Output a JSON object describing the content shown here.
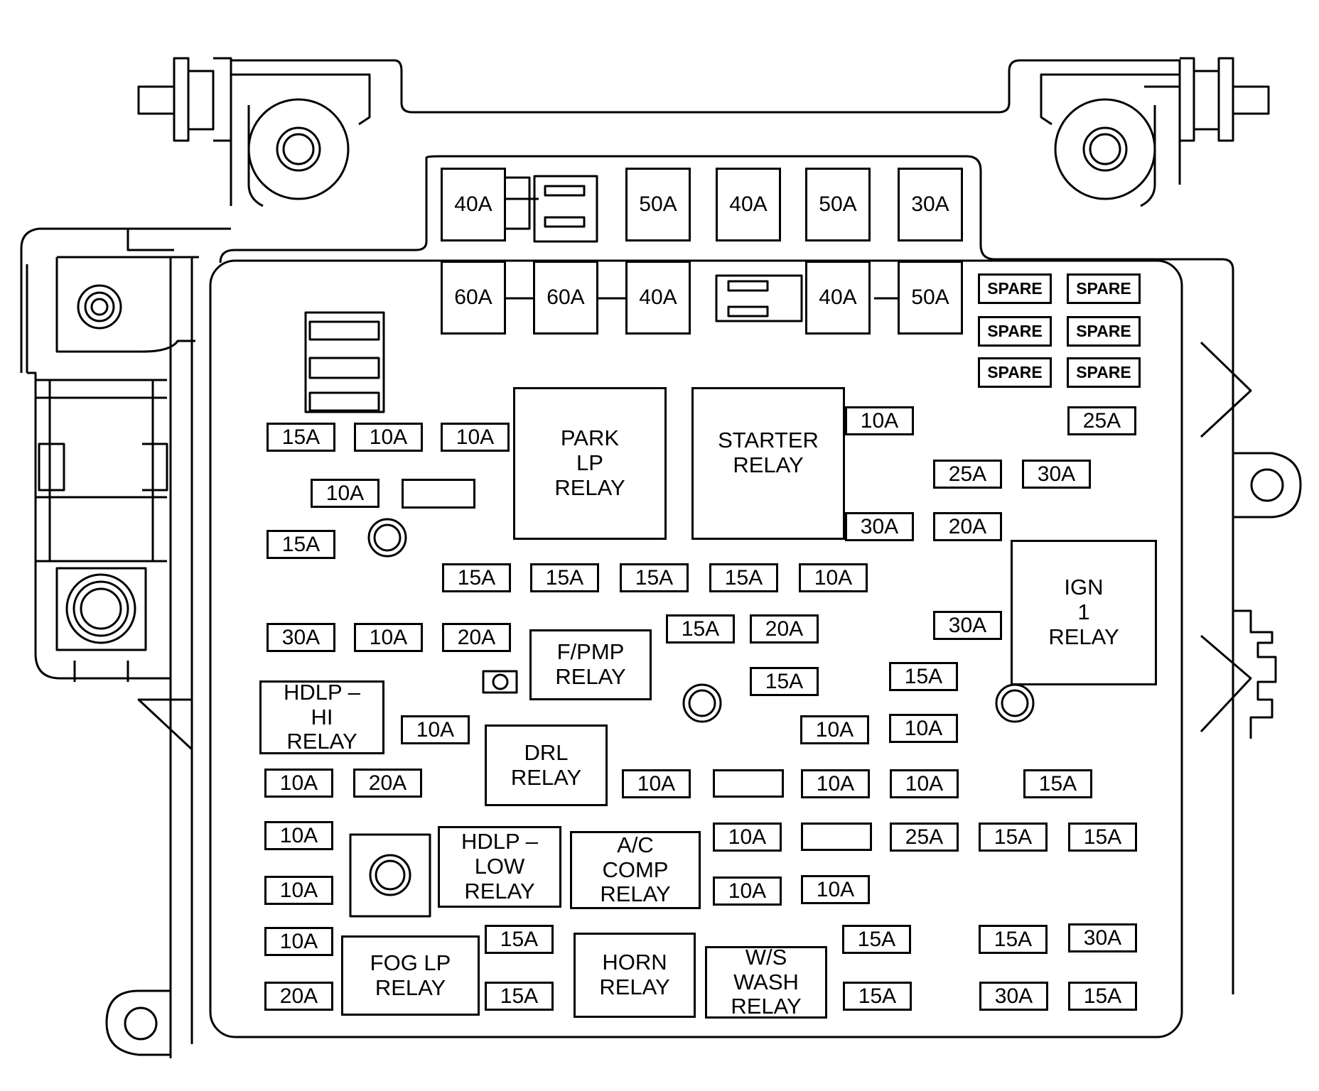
{
  "diagram": {
    "colors": {
      "line": "#000000",
      "background": "#ffffff"
    },
    "maxi_fuses": [
      {
        "id": "mf1",
        "label": "40A"
      },
      {
        "id": "mf2",
        "label": "50A"
      },
      {
        "id": "mf3",
        "label": "40A"
      },
      {
        "id": "mf4",
        "label": "50A"
      },
      {
        "id": "mf5",
        "label": "30A"
      },
      {
        "id": "mf6",
        "label": "60A"
      },
      {
        "id": "mf7",
        "label": "60A"
      },
      {
        "id": "mf8",
        "label": "40A"
      },
      {
        "id": "mf9",
        "label": "40A"
      },
      {
        "id": "mf10",
        "label": "50A"
      }
    ],
    "spares": [
      {
        "id": "s1",
        "label": "SPARE"
      },
      {
        "id": "s2",
        "label": "SPARE"
      },
      {
        "id": "s3",
        "label": "SPARE"
      },
      {
        "id": "s4",
        "label": "SPARE"
      },
      {
        "id": "s5",
        "label": "SPARE"
      },
      {
        "id": "s6",
        "label": "SPARE"
      }
    ],
    "relays": [
      {
        "id": "r_park",
        "label": "PARK\nLP\nRELAY"
      },
      {
        "id": "r_starter",
        "label": "STARTER\nRELAY"
      },
      {
        "id": "r_ign",
        "label": "IGN\n1\nRELAY"
      },
      {
        "id": "r_fpmp",
        "label": "F/PMP\nRELAY"
      },
      {
        "id": "r_hdlphi",
        "label": "HDLP –\nHI\nRELAY"
      },
      {
        "id": "r_drl",
        "label": "DRL\nRELAY"
      },
      {
        "id": "r_hdlplow",
        "label": "HDLP –\nLOW\nRELAY"
      },
      {
        "id": "r_ac",
        "label": "A/C\nCOMP\nRELAY"
      },
      {
        "id": "r_fog",
        "label": "FOG LP\nRELAY"
      },
      {
        "id": "r_horn",
        "label": "HORN\nRELAY"
      },
      {
        "id": "r_ws",
        "label": "W/S\nWASH\nRELAY"
      }
    ],
    "fuses": [
      {
        "id": "f1",
        "label": "15A"
      },
      {
        "id": "f2",
        "label": "10A"
      },
      {
        "id": "f3",
        "label": "10A"
      },
      {
        "id": "f4",
        "label": "10A"
      },
      {
        "id": "f5",
        "label": "15A"
      },
      {
        "id": "f6",
        "label": "10A"
      },
      {
        "id": "f7",
        "label": "25A"
      },
      {
        "id": "f8",
        "label": "25A"
      },
      {
        "id": "f9",
        "label": "30A"
      },
      {
        "id": "f10",
        "label": "30A"
      },
      {
        "id": "f11",
        "label": "20A"
      },
      {
        "id": "f12",
        "label": "15A"
      },
      {
        "id": "f13",
        "label": "15A"
      },
      {
        "id": "f14",
        "label": "15A"
      },
      {
        "id": "f15",
        "label": "15A"
      },
      {
        "id": "f16",
        "label": "10A"
      },
      {
        "id": "f17",
        "label": "30A"
      },
      {
        "id": "f18",
        "label": "10A"
      },
      {
        "id": "f19",
        "label": "20A"
      },
      {
        "id": "f20",
        "label": "15A"
      },
      {
        "id": "f21",
        "label": "20A"
      },
      {
        "id": "f22",
        "label": "30A"
      },
      {
        "id": "f23",
        "label": "15A"
      },
      {
        "id": "f24",
        "label": "15A"
      },
      {
        "id": "f25",
        "label": "10A"
      },
      {
        "id": "f26",
        "label": "10A"
      },
      {
        "id": "f27",
        "label": "10A"
      },
      {
        "id": "f28",
        "label": "10A"
      },
      {
        "id": "f29",
        "label": "20A"
      },
      {
        "id": "f30",
        "label": "10A"
      },
      {
        "id": "f31",
        "label": "10A"
      },
      {
        "id": "f32",
        "label": "10A"
      },
      {
        "id": "f33",
        "label": "15A"
      },
      {
        "id": "f34",
        "label": "10A"
      },
      {
        "id": "f35",
        "label": "10A"
      },
      {
        "id": "f36",
        "label": "25A"
      },
      {
        "id": "f37",
        "label": "15A"
      },
      {
        "id": "f38",
        "label": "15A"
      },
      {
        "id": "f39",
        "label": "10A"
      },
      {
        "id": "f40",
        "label": "10A"
      },
      {
        "id": "f41",
        "label": "10A"
      },
      {
        "id": "f42",
        "label": "10A"
      },
      {
        "id": "f43",
        "label": "15A"
      },
      {
        "id": "f44",
        "label": "15A"
      },
      {
        "id": "f45",
        "label": "15A"
      },
      {
        "id": "f46",
        "label": "30A"
      },
      {
        "id": "f47",
        "label": "20A"
      },
      {
        "id": "f48",
        "label": "15A"
      },
      {
        "id": "f49",
        "label": "15A"
      },
      {
        "id": "f50",
        "label": "30A"
      },
      {
        "id": "f51",
        "label": "15A"
      }
    ]
  }
}
